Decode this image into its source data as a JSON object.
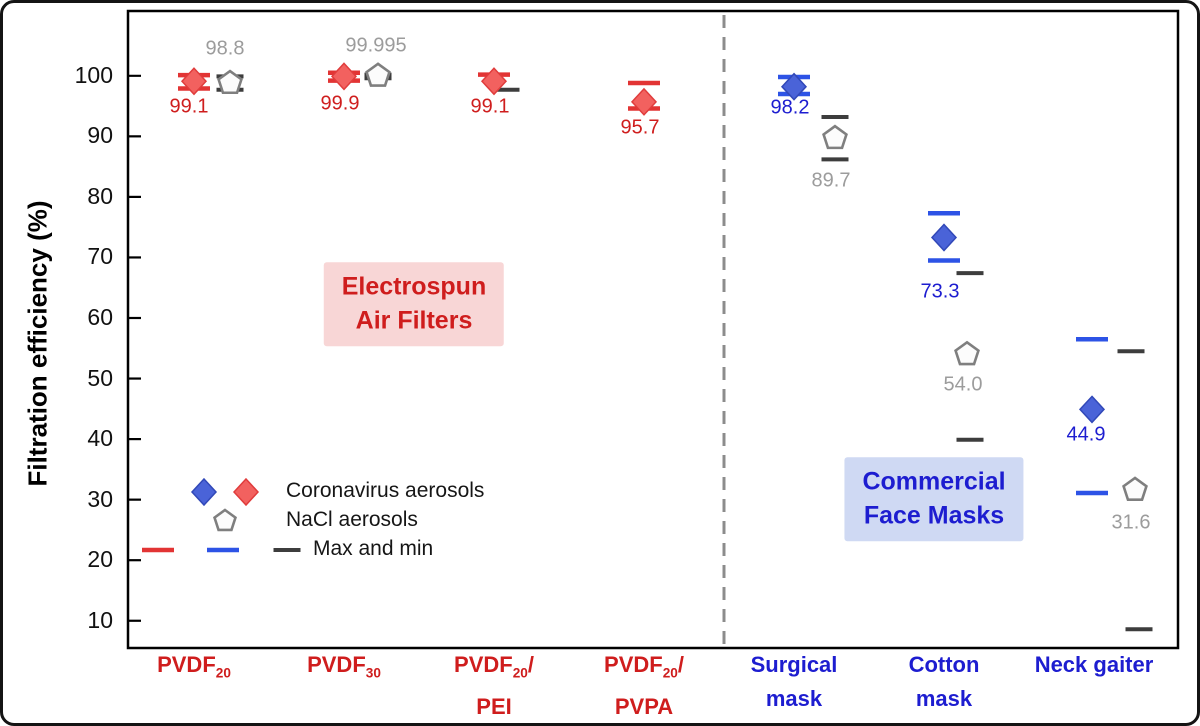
{
  "chart_data": {
    "type": "scatter",
    "ylabel": "Filtration efficiency (%)",
    "yticks": [
      100,
      90,
      80,
      70,
      60,
      50,
      40,
      30,
      20,
      10
    ],
    "ylim": [
      5.5,
      110.7
    ],
    "legend": {
      "items": [
        {
          "label": "Coronavirus aerosols",
          "markers": [
            "diamond-blue",
            "diamond-red"
          ]
        },
        {
          "label": "NaCl aerosols",
          "markers": [
            "pentagon"
          ]
        },
        {
          "label": "Max and min",
          "markers": [
            "dash-red",
            "dash-blue",
            "dash-dark"
          ]
        }
      ]
    },
    "annotations": [
      {
        "id": "electrospun-air-filters",
        "lines": [
          "Electrospun",
          "Air Filters"
        ],
        "text_color": "#cf1d1d",
        "bg": "#f8d6d6",
        "cx": 411,
        "cy": 301
      },
      {
        "id": "commercial-face-masks",
        "lines": [
          "Commercial",
          "Face Masks"
        ],
        "text_color": "#1d1dd0",
        "bg": "#cfd9f3",
        "cx": 931,
        "cy": 496
      }
    ],
    "colors": {
      "red_fill": "#f2615f",
      "red_edge": "#e03c3c",
      "red_bar": "#e23434",
      "red_text": "#cf1d1d",
      "blue_fill": "#4a63d8",
      "blue_edge": "#3148b8",
      "blue_bar": "#2d53e6",
      "blue_text": "#1d1dd0",
      "pentagon_edge": "#7f7f7f",
      "pentagon_fill": "#fcfcfc",
      "dark_bar": "#3d3d3d",
      "gray_text": "#9c9c9c",
      "axis": "#000000",
      "divider": "#8c8c8c"
    },
    "groups": [
      {
        "category": "PVDF20",
        "label": {
          "color": "red",
          "lines": [
            [
              {
                "t": "PVDF"
              },
              {
                "t": "20",
                "sub": true
              }
            ]
          ]
        },
        "points": [
          {
            "marker": "diamond",
            "color": "red",
            "value": 99.1,
            "dx": 0,
            "bars": [
              {
                "v": 100.1,
                "c": "red"
              },
              {
                "v": 97.9,
                "c": "red"
              }
            ],
            "value_label": {
              "text": "99.1",
              "color": "red",
              "pos": "below",
              "dx": -5,
              "dy": 0
            }
          },
          {
            "marker": "pentagon",
            "color": "gray",
            "value": 98.8,
            "dx": 36,
            "bars": [
              {
                "v": 99.9,
                "c": "dark"
              },
              {
                "v": 97.7,
                "c": "dark"
              }
            ],
            "value_label": {
              "text": "98.8",
              "color": "gray",
              "pos": "above",
              "dx": -5,
              "dy": -4
            }
          }
        ]
      },
      {
        "category": "PVDF30",
        "label": {
          "color": "red",
          "lines": [
            [
              {
                "t": "PVDF"
              },
              {
                "t": "30",
                "sub": true
              }
            ]
          ]
        },
        "points": [
          {
            "marker": "diamond",
            "color": "red",
            "value": 99.9,
            "dx": 0,
            "bars": [
              {
                "v": 100.5,
                "c": "red"
              },
              {
                "v": 99.2,
                "c": "red"
              }
            ],
            "value_label": {
              "text": "99.9",
              "color": "red",
              "pos": "below",
              "dx": -4,
              "dy": 2
            }
          },
          {
            "marker": "pentagon",
            "color": "gray",
            "value": 99.995,
            "dx": 34,
            "bars": [
              {
                "v": 100.2,
                "c": "dark"
              },
              {
                "v": 99.6,
                "c": "dark"
              }
            ],
            "value_label": {
              "text": "99.995",
              "color": "gray",
              "pos": "above",
              "dx": -2,
              "dy": 0
            }
          }
        ]
      },
      {
        "category": "PVDF20/PEI",
        "label": {
          "color": "red",
          "lines": [
            [
              {
                "t": "PVDF"
              },
              {
                "t": "20",
                "sub": true
              },
              {
                "t": "/"
              }
            ],
            [
              {
                "t": "PEI"
              }
            ]
          ]
        },
        "points": [
          {
            "marker": "diamond",
            "color": "red",
            "value": 99.1,
            "dx": 0,
            "bars": [
              {
                "v": 100.2,
                "c": "red"
              },
              {
                "v": 97.7,
                "c": "dark",
                "dx": 12
              }
            ],
            "value_label": {
              "text": "99.1",
              "color": "red",
              "pos": "below",
              "dx": -4,
              "dy": 0
            }
          }
        ]
      },
      {
        "category": "PVDF20/PVPA",
        "label": {
          "color": "red",
          "lines": [
            [
              {
                "t": "PVDF"
              },
              {
                "t": "20",
                "sub": true
              },
              {
                "t": "/"
              }
            ],
            [
              {
                "t": "PVPA"
              }
            ]
          ]
        },
        "points": [
          {
            "marker": "diamond",
            "color": "red",
            "value": 95.7,
            "dx": 0,
            "bars": [
              {
                "v": 98.8,
                "c": "red"
              },
              {
                "v": 94.6,
                "c": "red"
              }
            ],
            "value_label": {
              "text": "95.7",
              "color": "red",
              "pos": "below",
              "dx": -4,
              "dy": 0
            }
          }
        ]
      },
      {
        "category": "Surgical mask",
        "label": {
          "color": "blue",
          "lines": [
            [
              {
                "t": "Surgical"
              }
            ],
            [
              {
                "t": "mask"
              }
            ]
          ]
        },
        "points": [
          {
            "marker": "diamond",
            "color": "blue",
            "value": 98.2,
            "dx": 0,
            "bars": [
              {
                "v": 99.8,
                "c": "blue"
              },
              {
                "v": 97.0,
                "c": "blue"
              }
            ],
            "value_label": {
              "text": "98.2",
              "color": "blue",
              "pos": "below",
              "dx": -4,
              "dy": -5
            }
          },
          {
            "marker": "pentagon",
            "color": "gray",
            "value": 89.7,
            "dx": 41,
            "bars": [
              {
                "v": 93.2,
                "c": "dark"
              },
              {
                "v": 86.2,
                "c": "dark"
              }
            ],
            "value_label": {
              "text": "89.7",
              "color": "gray",
              "pos": "below",
              "dx": -4,
              "dy": 17
            }
          }
        ]
      },
      {
        "category": "Cotton mask",
        "label": {
          "color": "blue",
          "lines": [
            [
              {
                "t": "Cotton"
              }
            ],
            [
              {
                "t": "mask"
              }
            ]
          ]
        },
        "points": [
          {
            "marker": "diamond",
            "color": "blue",
            "value": 73.3,
            "dx": 0,
            "bars": [
              {
                "v": 77.3,
                "c": "blue"
              },
              {
                "v": 69.5,
                "c": "blue"
              }
            ],
            "value_label": {
              "text": "73.3",
              "color": "blue",
              "pos": "below",
              "dx": -4,
              "dy": 29
            }
          },
          {
            "marker": "pentagon",
            "color": "gray",
            "value": 54.0,
            "dx": 23,
            "bars": [
              {
                "v": 67.4,
                "c": "dark",
                "dx": 26
              },
              {
                "v": 39.9,
                "c": "dark",
                "dx": 26
              }
            ],
            "value_label": {
              "text": "54.0",
              "color": "gray",
              "pos": "below",
              "dx": -4,
              "dy": 5
            }
          }
        ]
      },
      {
        "category": "Neck gaiter",
        "label": {
          "color": "blue",
          "lines": [
            [
              {
                "t": "Neck gaiter"
              }
            ]
          ]
        },
        "points": [
          {
            "marker": "diamond",
            "color": "blue",
            "value": 44.9,
            "dx": -2,
            "bars": [
              {
                "v": 56.5,
                "c": "blue"
              },
              {
                "v": 31.1,
                "c": "blue"
              }
            ],
            "value_label": {
              "text": "44.9",
              "color": "blue",
              "pos": "below",
              "dx": -6,
              "dy": 0
            }
          },
          {
            "marker": "pentagon",
            "color": "gray",
            "value": 31.6,
            "dx": 41,
            "bars": [
              {
                "v": 54.5,
                "c": "dark",
                "dx": 37
              },
              {
                "v": 8.6,
                "c": "dark",
                "dx": 45
              }
            ],
            "value_label": {
              "text": "31.6",
              "color": "gray",
              "pos": "below",
              "dx": -4,
              "dy": 7
            }
          }
        ]
      }
    ]
  }
}
